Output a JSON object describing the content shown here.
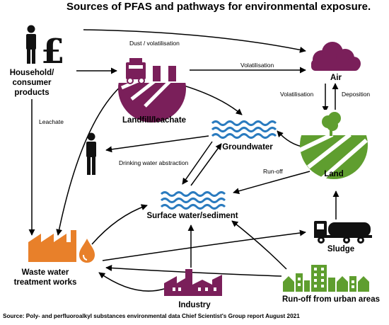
{
  "title": "Sources of PFAS and pathways for environmental exposure.",
  "nodes": {
    "household": "Household/ consumer products",
    "landfill": "Landfill/leachate",
    "air": "Air",
    "groundwater": "Groundwater",
    "land": "Land",
    "surface_water": "Surface water/sediment",
    "sludge": "Sludge",
    "wwtw": "Waste water treatment works",
    "industry": "Industry",
    "urban": "Run-off from urban areas"
  },
  "edge_labels": {
    "dust": "Dust / volatilisation",
    "volatilisation_landfill": "Volatilisation",
    "volatilisation_land": "Volatilisation",
    "deposition": "Deposition",
    "leachate": "Leachate",
    "drinking_water": "Drinking water abstraction",
    "runoff": "Run-off"
  },
  "icons": {
    "household": "person-pound-icon",
    "landfill": "landfill-truck-icon",
    "air": "cloud-icon",
    "groundwater": "water-waves-icon",
    "person": "person-icon",
    "land": "field-tree-icon",
    "surface_water": "water-waves-icon",
    "sludge": "tanker-truck-icon",
    "wwtw": "factory-droplet-icon",
    "industry": "factory-icon",
    "urban": "buildings-icon"
  },
  "colors": {
    "purple": "#7a1f5a",
    "green": "#5f9e2f",
    "blue": "#2a7bbf",
    "orange": "#e8802a"
  },
  "source_note": "Source: Poly- and perfluoroalkyl substances environmental data Chief Scientist's Group report August 2021"
}
